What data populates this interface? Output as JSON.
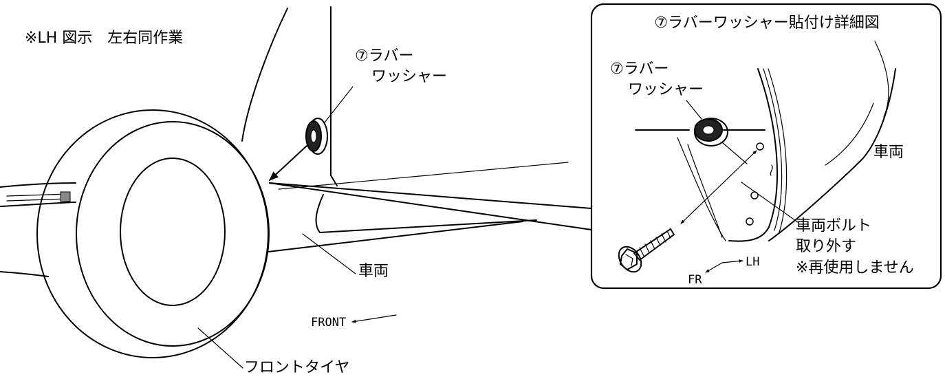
{
  "note": "※LH 図示　左右同作業",
  "detail_title": "⑦ラバーワッシャー貼付け詳細図",
  "labels": {
    "washer_main_1": "⑦ラバー",
    "washer_main_2": "ワッシャー",
    "washer_detail_1": "⑦ラバー",
    "washer_detail_2": "ワッシャー",
    "vehicle_main": "車両",
    "vehicle_detail": "車両",
    "bolt_1": "車両ボルト",
    "bolt_2": "取り外す",
    "bolt_3": "※再使用しません",
    "front_tire": "フロントタイヤ",
    "front": "FRONT",
    "fr": "FR",
    "lh": "LH"
  }
}
